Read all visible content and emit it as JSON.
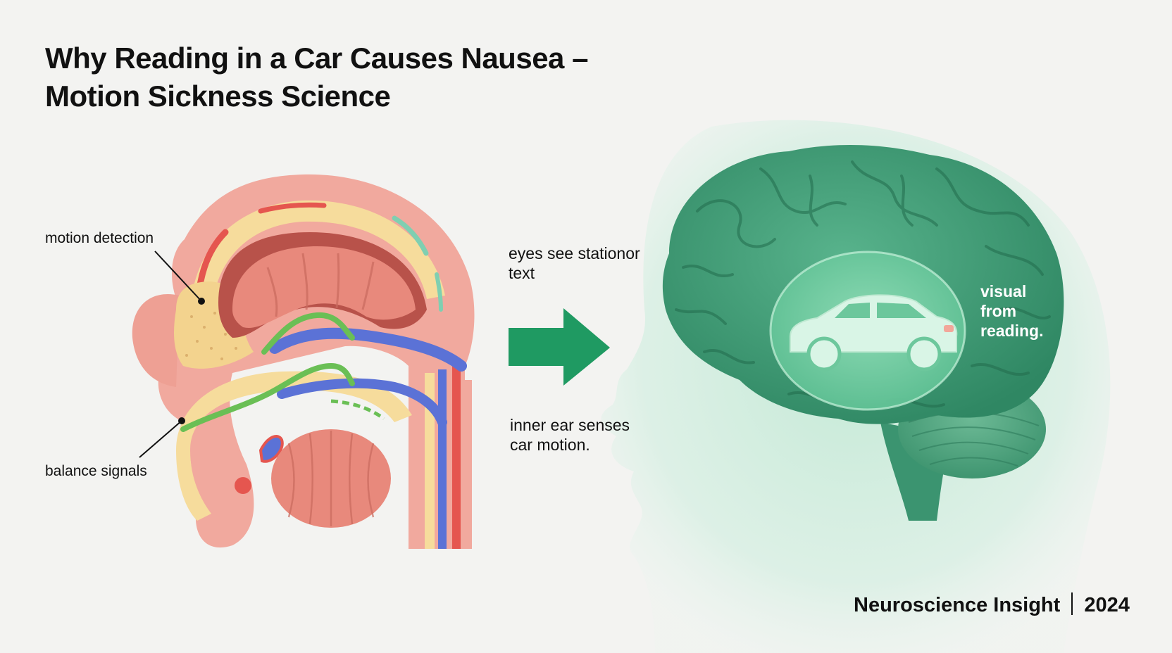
{
  "title": {
    "line1": "Why Reading in a Car Causes Nausea –",
    "line2": "Motion Sickness Science"
  },
  "ear_labels": {
    "top": "motion detection",
    "bottom": "balance signals"
  },
  "middle_labels": {
    "eyes_line1": "eyes see stationor",
    "eyes_line2": "text",
    "ear_line1": "inner ear senses",
    "ear_line2": "car motion."
  },
  "brain_label": {
    "line1": "visual",
    "line2": "from",
    "line3": "reading."
  },
  "footer": {
    "source": "Neuroscience Insight",
    "year": "2024"
  },
  "colors": {
    "accent_green": "#1f9a62",
    "brain_green": "#3e9c76",
    "ear_pink": "#efa89d",
    "nerve_blue": "#5b72d6",
    "nerve_green": "#6abf55"
  }
}
